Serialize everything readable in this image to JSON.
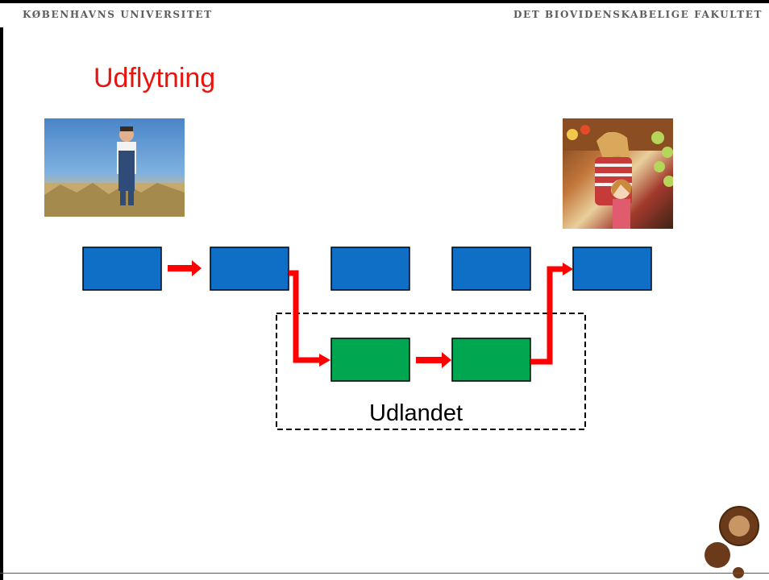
{
  "header": {
    "left_text": "KØBENHAVNS UNIVERSITET",
    "right_text": "DET BIOVIDENSKABELIGE FAKULTET"
  },
  "slide": {
    "title": "Udflytning",
    "abroad_label": "Udlandet"
  },
  "images": {
    "farmer": "farmer-in-wheat-field-photo",
    "shopper": "mother-and-daughter-shopping-photo"
  },
  "diagram": {
    "chain_boxes": 5,
    "abroad_boxes": 2,
    "colors": {
      "chain_box": "#0f6fc6",
      "abroad_box": "#00a650",
      "arrow": "#ff0000",
      "title": "#e8140f"
    }
  }
}
